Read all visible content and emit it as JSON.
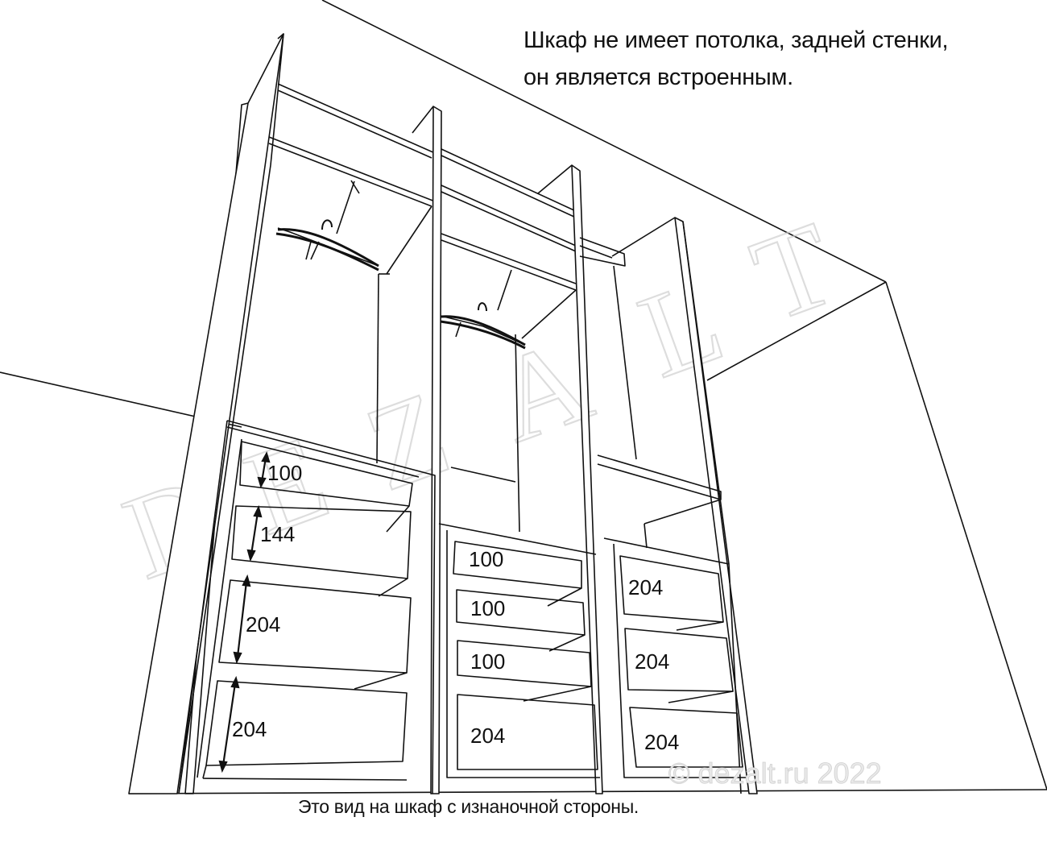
{
  "notes": {
    "top_line_1": "Шкаф не имеет потолка, задней стенки,",
    "top_line_2": "он является встроенным.",
    "bottom": "Это вид на шкаф с изнаночной стороны."
  },
  "watermark": {
    "letters": [
      "D",
      "E",
      "Z",
      "A",
      "L",
      "T"
    ],
    "copyright": "© dezalt.ru 2022"
  },
  "dimensions": {
    "left_section": [
      "100",
      "144",
      "204",
      "204"
    ],
    "middle_section": [
      "100",
      "100",
      "100",
      "204"
    ],
    "right_section": [
      "204",
      "204",
      "204"
    ]
  },
  "colors": {
    "line": "#111111",
    "watermark": "#cfcfcf"
  }
}
